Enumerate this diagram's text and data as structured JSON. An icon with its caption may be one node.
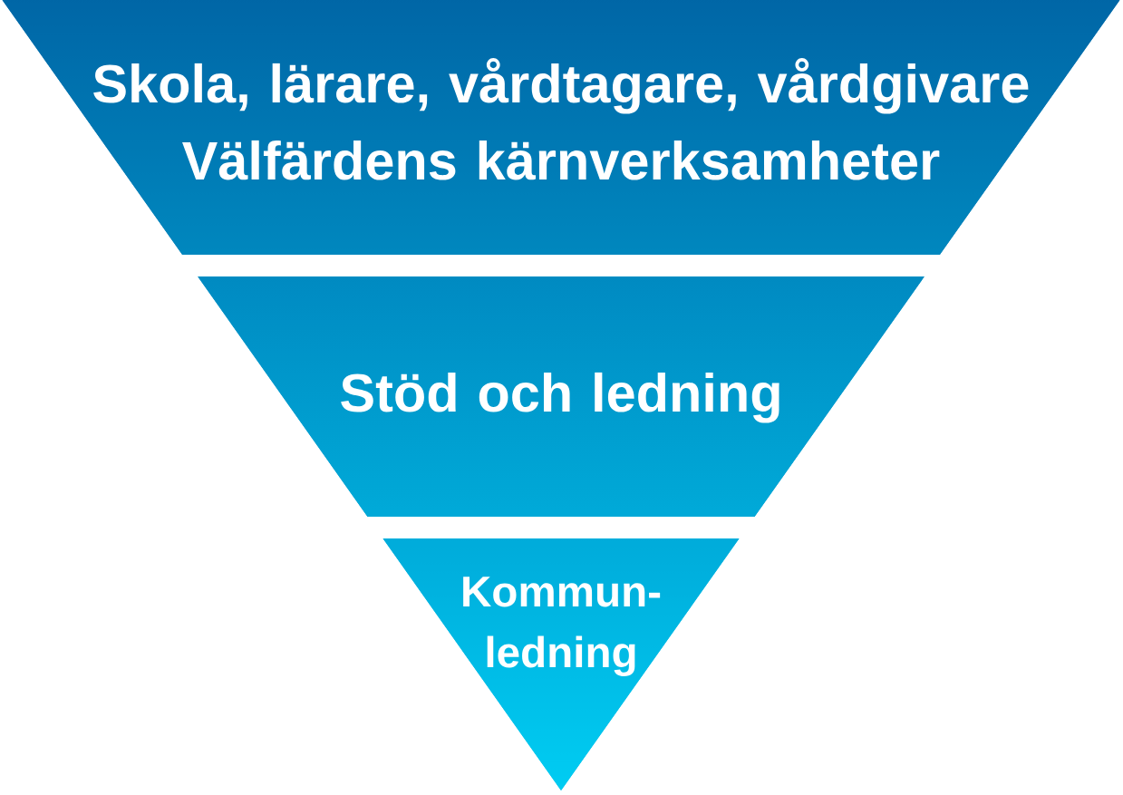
{
  "diagram": {
    "nodes": [
      {
        "text": [
          "Skola, lärare, vårdtagare, vårdgivare",
          "Välfärdens kärnverksamheter"
        ]
      },
      {
        "text": [
          "Stöd och ledning"
        ]
      },
      {
        "text": [
          "Kommun- ledning"
        ]
      }
    ]
  }
}
